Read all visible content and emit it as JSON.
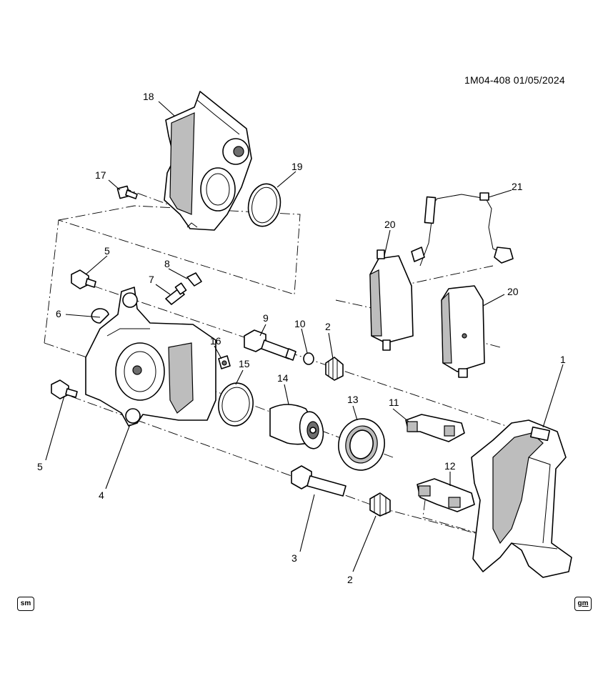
{
  "document_code": "1M04-408 01/05/2024",
  "footer": {
    "left_logo": "sm",
    "right_logo": "gm"
  },
  "callouts": {
    "c1": "1",
    "c2a": "2",
    "c2b": "2",
    "c3": "3",
    "c4": "4",
    "c5a": "5",
    "c5b": "5",
    "c6": "6",
    "c7": "7",
    "c8": "8",
    "c9": "9",
    "c10": "10",
    "c11": "11",
    "c12": "12",
    "c13": "13",
    "c14": "14",
    "c15": "15",
    "c16": "16",
    "c17": "17",
    "c18": "18",
    "c19": "19",
    "c20a": "20",
    "c20b": "20",
    "c21": "21"
  }
}
